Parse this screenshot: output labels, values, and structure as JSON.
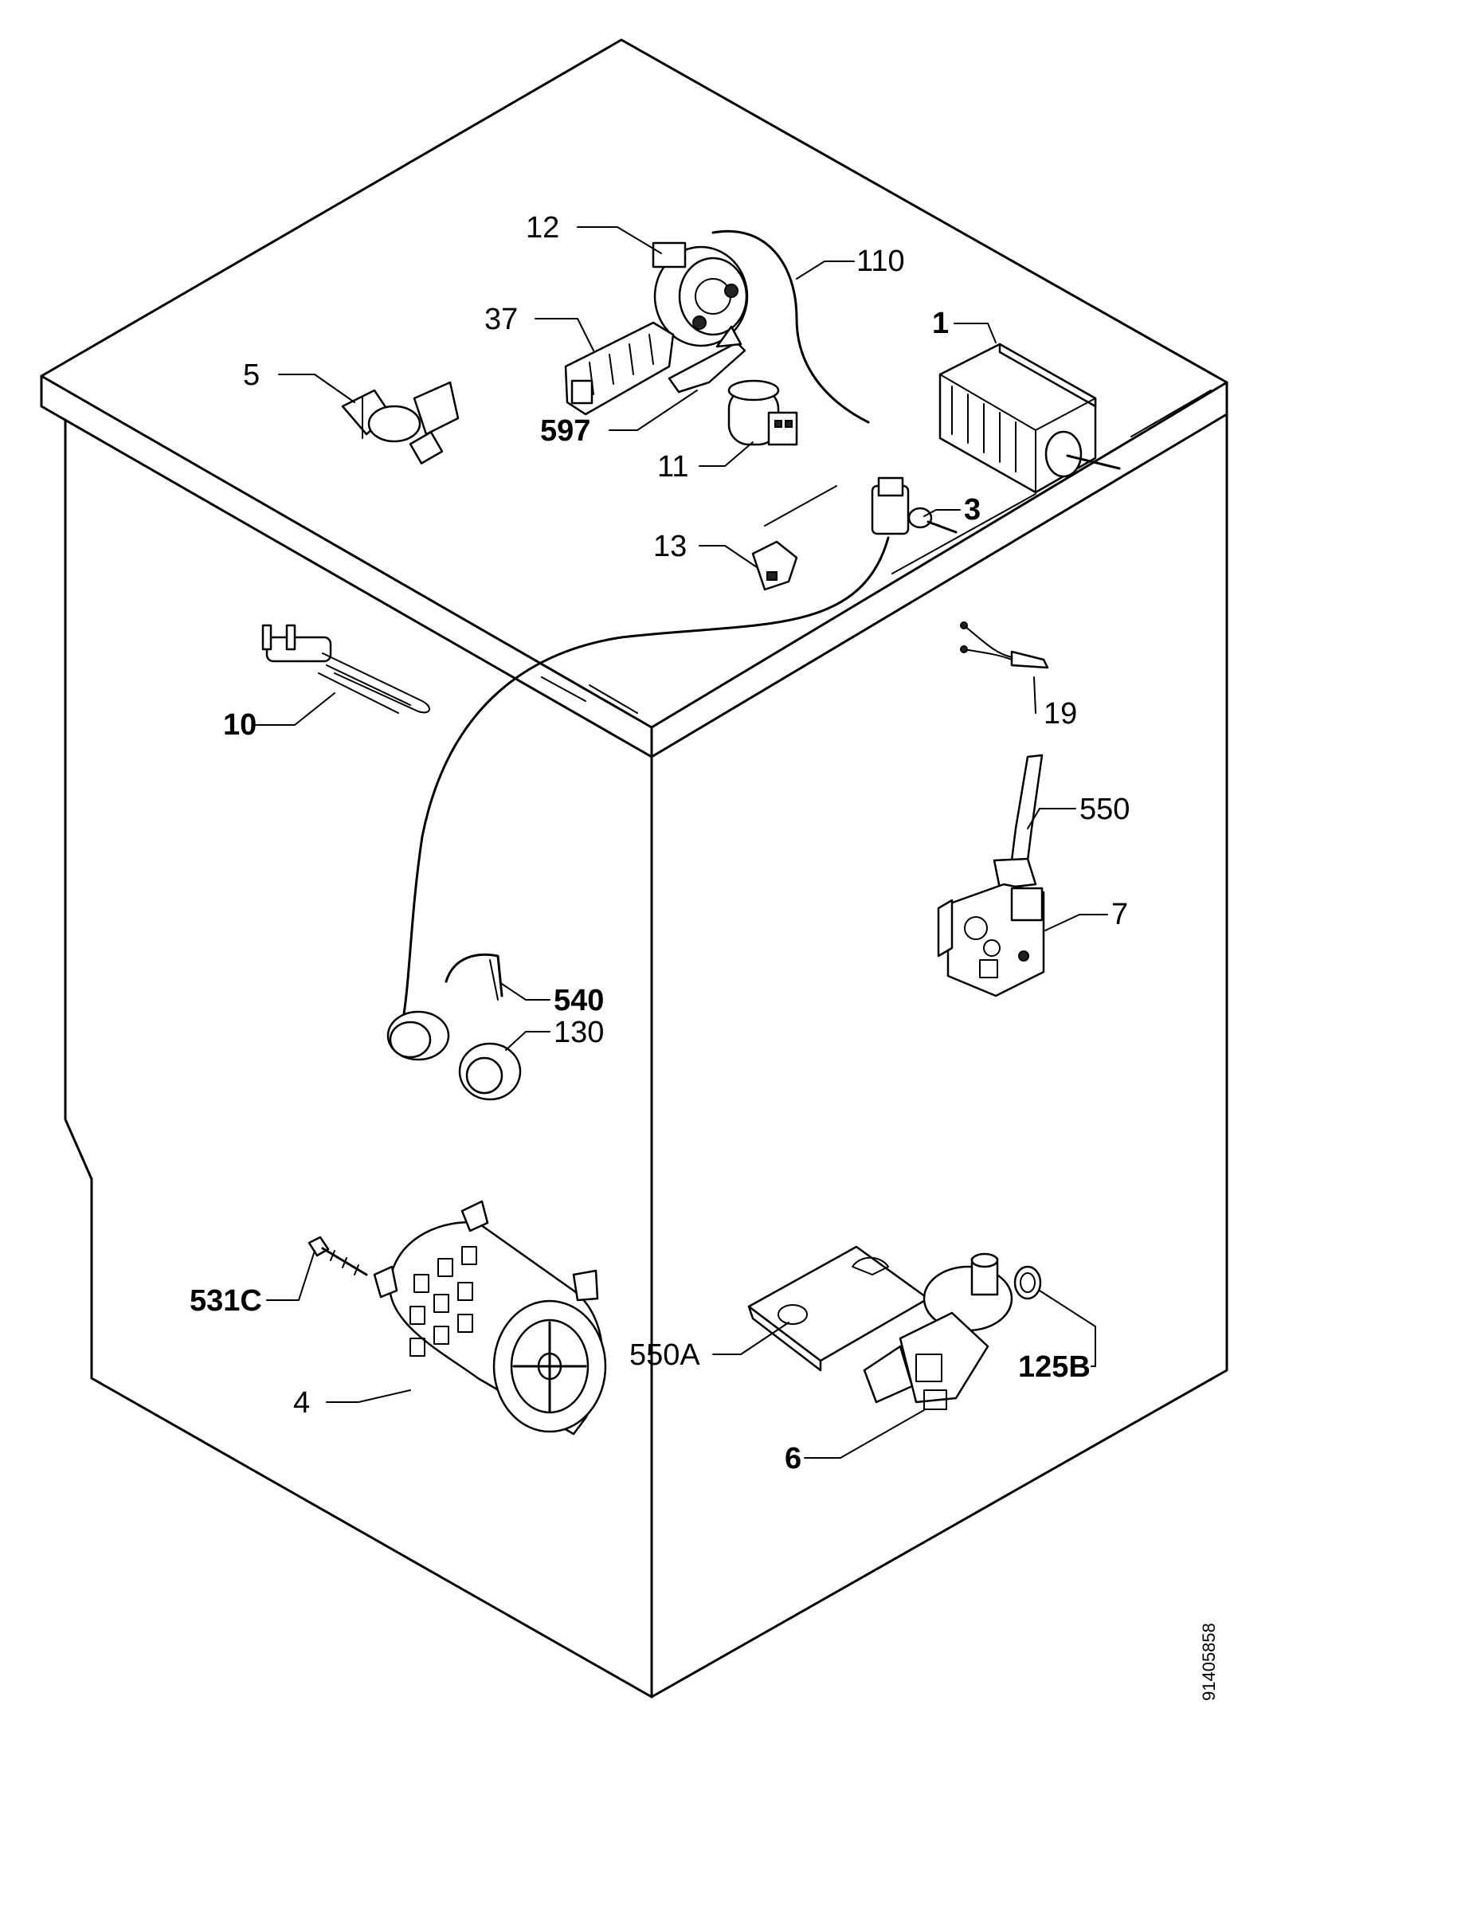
{
  "diagram": {
    "drawing_code": "91405858",
    "callouts": [
      {
        "id": "c12",
        "text": "12"
      },
      {
        "id": "c110",
        "text": "110"
      },
      {
        "id": "c37",
        "text": "37"
      },
      {
        "id": "c1",
        "text": "1"
      },
      {
        "id": "c5",
        "text": "5"
      },
      {
        "id": "c597",
        "text": "597"
      },
      {
        "id": "c11",
        "text": "11"
      },
      {
        "id": "c3",
        "text": "3"
      },
      {
        "id": "c13",
        "text": "13"
      },
      {
        "id": "c19",
        "text": "19"
      },
      {
        "id": "c10",
        "text": "10"
      },
      {
        "id": "c550",
        "text": "550"
      },
      {
        "id": "c7",
        "text": "7"
      },
      {
        "id": "c540",
        "text": "540"
      },
      {
        "id": "c130",
        "text": "130"
      },
      {
        "id": "c531c",
        "text": "531C"
      },
      {
        "id": "c4",
        "text": "4"
      },
      {
        "id": "c550a",
        "text": "550A"
      },
      {
        "id": "c125b",
        "text": "125B"
      },
      {
        "id": "c6",
        "text": "6"
      }
    ]
  }
}
